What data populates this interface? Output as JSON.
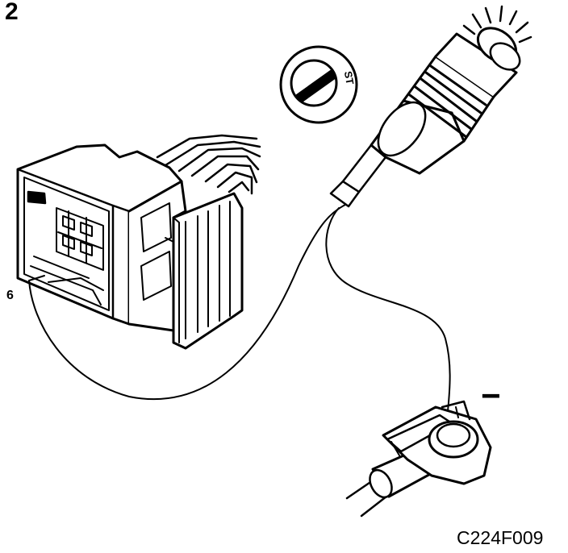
{
  "figure": {
    "step_number": "2",
    "pin_label": "6",
    "ignition_position": "ST",
    "polarity_sign": "−",
    "figure_code": "C224F009"
  },
  "icons": [
    "connector-block-icon",
    "ignition-key-icon",
    "test-lamp-icon",
    "ground-terminal-icon"
  ],
  "colors": {
    "ink": "#000000",
    "paper": "#ffffff"
  }
}
